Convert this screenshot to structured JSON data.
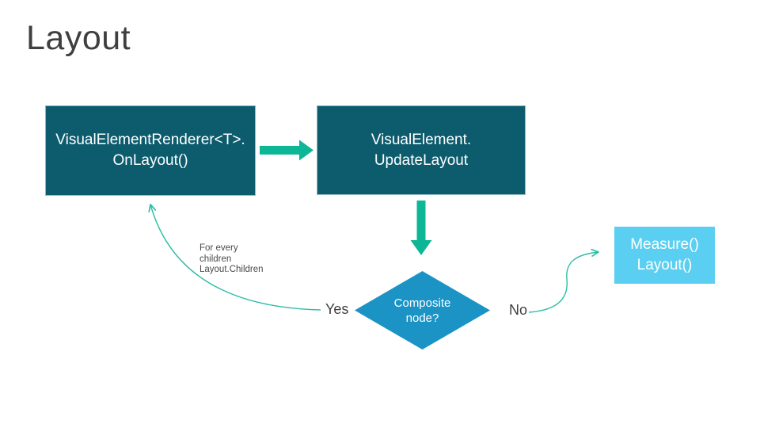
{
  "slide": {
    "title": "Layout",
    "nodes": {
      "renderer": {
        "line1": "VisualElementRenderer<T>.",
        "line2": "OnLayout()"
      },
      "update": {
        "line1": "VisualElement.",
        "line2": "UpdateLayout"
      },
      "decision": {
        "line1": "Composite",
        "line2": "node?"
      },
      "measure": {
        "line1": "Measure()",
        "line2": "Layout()"
      }
    },
    "labels": {
      "yes": "Yes",
      "no": "No",
      "loop_note_lines": [
        "For every",
        "children",
        "Layout.Children"
      ]
    },
    "icons": {
      "arrow_renderer_to_update": "thick-right-arrow-icon",
      "arrow_update_to_decision": "thick-down-arrow-icon",
      "curve_yes_to_renderer": "curved-arrow-icon",
      "curve_no_to_measure": "curved-arrow-icon"
    },
    "colors": {
      "node_dark_teal": "#0d5c6e",
      "decision_blue": "#1b93c5",
      "measure_light_blue": "#5bcff2",
      "arrow_green": "#0db795",
      "connector_teal": "#2bbda6",
      "title_gray": "#3f3f3f",
      "label_gray": "#404040",
      "background": "#ffffff"
    }
  }
}
